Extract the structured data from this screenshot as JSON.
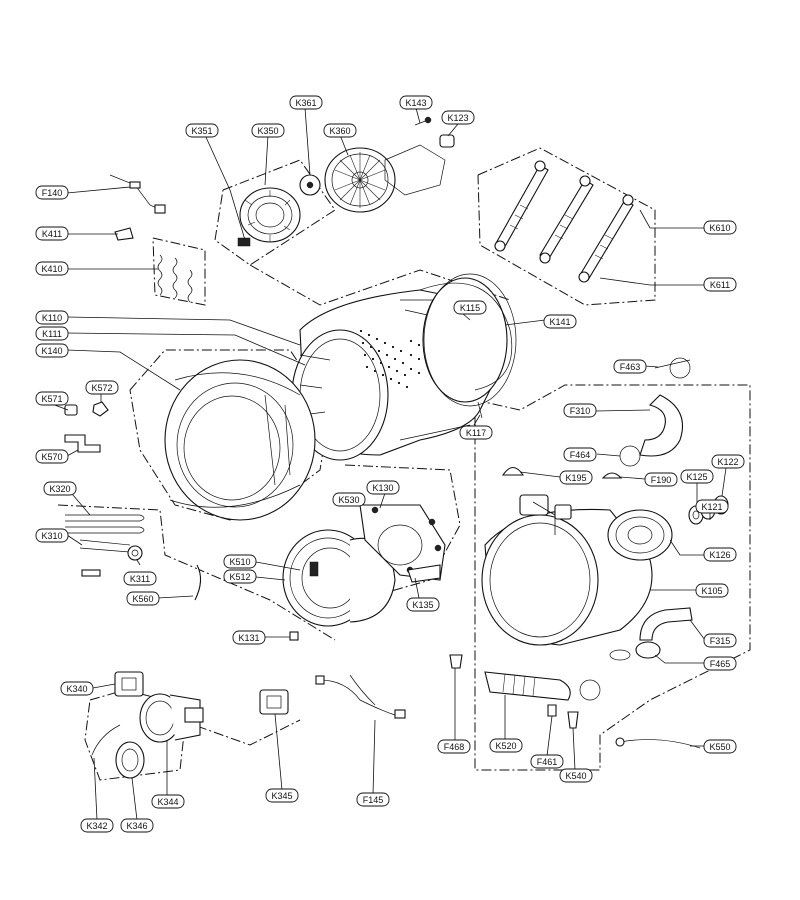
{
  "callouts": [
    {
      "id": "K361",
      "text": "K361"
    },
    {
      "id": "K143",
      "text": "K143"
    },
    {
      "id": "K123",
      "text": "K123"
    },
    {
      "id": "K351",
      "text": "K351"
    },
    {
      "id": "K350",
      "text": "K350"
    },
    {
      "id": "K360",
      "text": "K360"
    },
    {
      "id": "F140",
      "text": "F140"
    },
    {
      "id": "K411",
      "text": "K411"
    },
    {
      "id": "K410",
      "text": "K410"
    },
    {
      "id": "K610",
      "text": "K610"
    },
    {
      "id": "K611",
      "text": "K611"
    },
    {
      "id": "K110",
      "text": "K110"
    },
    {
      "id": "K111",
      "text": "K111"
    },
    {
      "id": "K140",
      "text": "K140"
    },
    {
      "id": "K115",
      "text": "K115"
    },
    {
      "id": "K141",
      "text": "K141"
    },
    {
      "id": "K571",
      "text": "K571"
    },
    {
      "id": "K572",
      "text": "K572"
    },
    {
      "id": "F463",
      "text": "F463"
    },
    {
      "id": "F310",
      "text": "F310"
    },
    {
      "id": "K117",
      "text": "K117"
    },
    {
      "id": "K570",
      "text": "K570"
    },
    {
      "id": "F464",
      "text": "F464"
    },
    {
      "id": "K195",
      "text": "K195"
    },
    {
      "id": "F190",
      "text": "F190"
    },
    {
      "id": "K125",
      "text": "K125"
    },
    {
      "id": "K122",
      "text": "K122"
    },
    {
      "id": "K320",
      "text": "K320"
    },
    {
      "id": "K530",
      "text": "K530"
    },
    {
      "id": "K130",
      "text": "K130"
    },
    {
      "id": "K121",
      "text": "K121"
    },
    {
      "id": "K310",
      "text": "K310"
    },
    {
      "id": "K126",
      "text": "K126"
    },
    {
      "id": "K510",
      "text": "K510"
    },
    {
      "id": "K512",
      "text": "K512"
    },
    {
      "id": "K311",
      "text": "K311"
    },
    {
      "id": "K105",
      "text": "K105"
    },
    {
      "id": "K560",
      "text": "K560"
    },
    {
      "id": "K135",
      "text": "K135"
    },
    {
      "id": "F315",
      "text": "F315"
    },
    {
      "id": "K131",
      "text": "K131"
    },
    {
      "id": "F465",
      "text": "F465"
    },
    {
      "id": "K340",
      "text": "K340"
    },
    {
      "id": "F468",
      "text": "F468"
    },
    {
      "id": "K520",
      "text": "K520"
    },
    {
      "id": "F461",
      "text": "F461"
    },
    {
      "id": "K550",
      "text": "K550"
    },
    {
      "id": "K540",
      "text": "K540"
    },
    {
      "id": "K344",
      "text": "K344"
    },
    {
      "id": "K345",
      "text": "K345"
    },
    {
      "id": "F145",
      "text": "F145"
    },
    {
      "id": "K342",
      "text": "K342"
    },
    {
      "id": "K346",
      "text": "K346"
    }
  ]
}
